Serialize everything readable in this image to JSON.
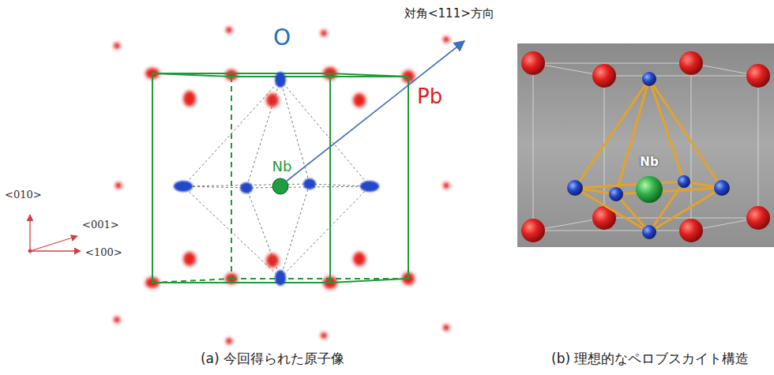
{
  "diagram": {
    "labels": [
      "対角<111>方向",
      "O",
      "Pb",
      "<010>",
      "Nb",
      "<001>",
      "<100>",
      "Nb",
      "(a) 今回得られた原子像",
      "(b) 理想的なペロブスカイト構造"
    ]
  }
}
